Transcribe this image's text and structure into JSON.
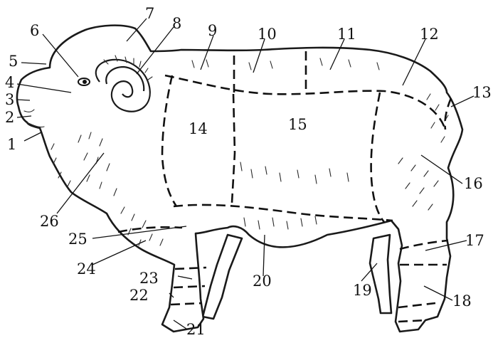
{
  "diagram": {
    "region_labels": [
      "1",
      "2",
      "3",
      "4",
      "5",
      "6",
      "7",
      "8",
      "9",
      "10",
      "11",
      "12",
      "13",
      "14",
      "15",
      "16",
      "17",
      "18",
      "19",
      "20",
      "21",
      "22",
      "23",
      "24",
      "25",
      "26"
    ]
  },
  "colors": {
    "ink": "#111111",
    "paper": "#ffffff"
  }
}
